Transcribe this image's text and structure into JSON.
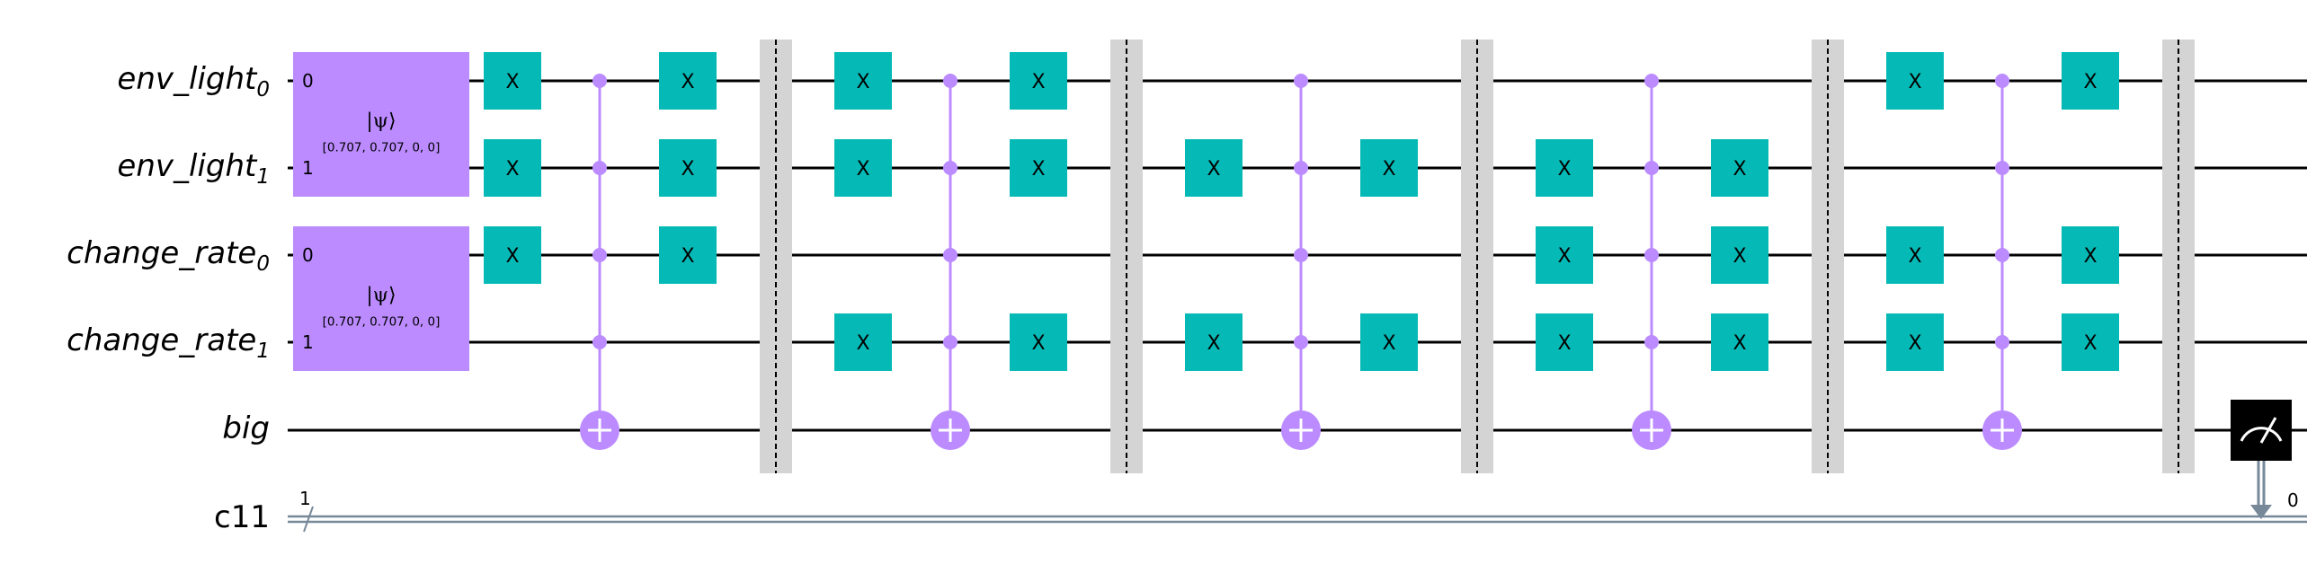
{
  "qubits": [
    {
      "name": "env_light",
      "sub": "0"
    },
    {
      "name": "env_light",
      "sub": "1"
    },
    {
      "name": "change_rate",
      "sub": "0"
    },
    {
      "name": "change_rate",
      "sub": "1"
    },
    {
      "name": "big",
      "sub": ""
    }
  ],
  "clbit": {
    "name": "c11",
    "width_label": "1",
    "bit_label": "0"
  },
  "init_gates": [
    {
      "symbol": "|ψ⟩",
      "params": "[0.707, 0.707, 0, 0]",
      "in0": "0",
      "in1": "1"
    },
    {
      "symbol": "|ψ⟩",
      "params": "[0.707, 0.707, 0, 0]",
      "in0": "0",
      "in1": "1"
    }
  ],
  "x_label": "X",
  "colors": {
    "init": "#bb8bff",
    "xgate": "#05bab6",
    "ctrl": "#bb8bff",
    "barrier": "#d4d4d4",
    "wire": "#000000",
    "creg": "#778899",
    "measure": "#000000"
  },
  "blocks": [
    {
      "pre": [
        0,
        1,
        2
      ],
      "post": [
        0,
        1,
        2
      ]
    },
    {
      "pre": [
        0,
        1,
        3
      ],
      "post": [
        0,
        1,
        3
      ]
    },
    {
      "pre": [
        1,
        3
      ],
      "post": [
        1,
        3
      ]
    },
    {
      "pre": [
        1,
        2,
        3
      ],
      "post": [
        1,
        2,
        3
      ]
    },
    {
      "pre": [
        0,
        2,
        3
      ],
      "post": [
        0,
        2,
        3
      ]
    }
  ],
  "measure": {
    "qubit": 4,
    "clbit": 0,
    "icon": "meter-icon"
  }
}
